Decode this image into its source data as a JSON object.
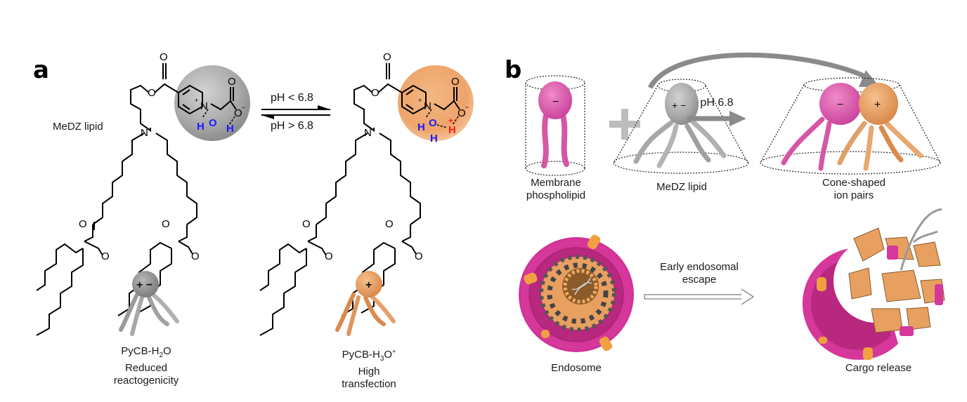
{
  "panel_a": {
    "letter": "a",
    "lipid_label": "MeDZ lipid",
    "equilibrium": {
      "forward_condition": "pH < 6.8",
      "reverse_condition": "pH > 6.8"
    },
    "left_species": {
      "formula_main": "PyCB-H",
      "formula_sub": "2",
      "formula_tail": "O",
      "line2": "Reduced",
      "line3": "reactogenicity",
      "charge_label": "+ −",
      "sphere_color": "#9a9a9a"
    },
    "right_species": {
      "formula_main": "PyCB-H",
      "formula_sub": "3",
      "formula_tail": "O",
      "formula_sup": "+",
      "line2": "High",
      "line3": "transfection",
      "charge_label": "+",
      "sphere_color": "#eda468"
    },
    "atoms": {
      "O": "O",
      "N": "N",
      "H": "H",
      "plus": "+",
      "minus": "−"
    }
  },
  "panel_b": {
    "letter": "b",
    "membrane_label_1": "Membrane",
    "membrane_label_2": "phospholipid",
    "membrane_charge": "−",
    "plus_sign": "+",
    "medz_label": "MeDZ lipid",
    "medz_charge": "+ −",
    "arrow_label": "pH 6.8",
    "ion_pair_label_1": "Cone-shaped",
    "ion_pair_label_2": "ion pairs",
    "ion_pair_neg": "−",
    "ion_pair_pos": "+",
    "escape_label_1": "Early endosomal",
    "escape_label_2": "escape",
    "endosome_label": "Endosome",
    "cargo_label": "Cargo release",
    "colors": {
      "phospholipid": "#e05aa8",
      "medz": "#9e9e9e",
      "ionizable": "#eda468",
      "arrow": "#8a8a8a",
      "membrane": "#d6379a"
    }
  }
}
